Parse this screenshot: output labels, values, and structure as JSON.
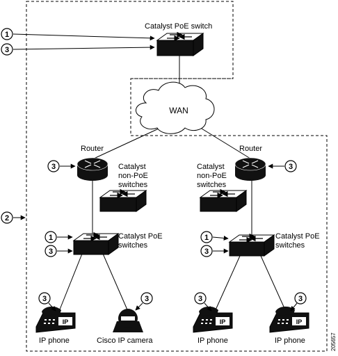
{
  "diagram": {
    "top_switch_label": "Catalyst PoE switch",
    "wan_label": "WAN",
    "left": {
      "router_label": "Router",
      "non_poe_label": [
        "Catalyst",
        "non-PoE",
        "switches"
      ],
      "poe_label": [
        "Catalyst PoE",
        "switches"
      ],
      "phone_label": "IP phone",
      "camera_label": "Cisco IP camera",
      "phone_badge": "IP"
    },
    "right": {
      "router_label": "Router",
      "non_poe_label": [
        "Catalyst",
        "non-PoE",
        "switches"
      ],
      "poe_label": [
        "Catalyst PoE",
        "switches"
      ],
      "phone1_label": "IP phone",
      "phone2_label": "IP phone",
      "phone_badge": "IP"
    },
    "callouts": {
      "one": "1",
      "two": "2",
      "three": "3"
    },
    "figure_id": "205657"
  },
  "colors": {
    "line": "#000000",
    "device_dark": "#111111",
    "background": "#ffffff"
  }
}
